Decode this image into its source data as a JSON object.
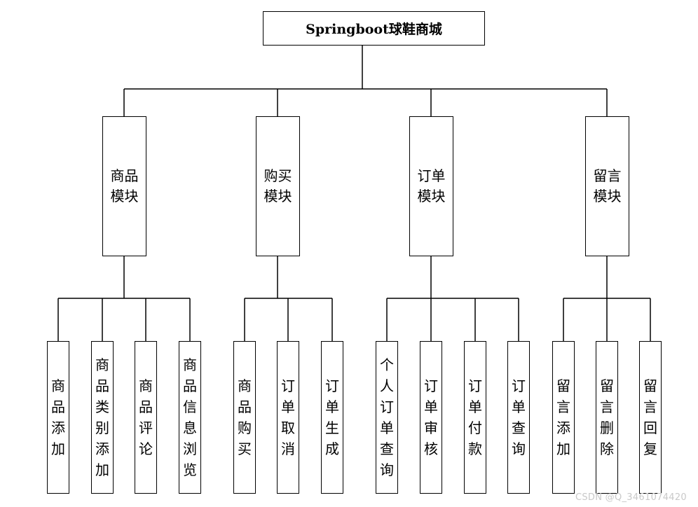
{
  "diagram": {
    "root": "Springboot球鞋商城",
    "modules": [
      {
        "label": "商品模块",
        "children": [
          "商品添加",
          "商品类别添加",
          "商品评论",
          "商品信息浏览"
        ]
      },
      {
        "label": "购买模块",
        "children": [
          "商品购买",
          "订单取消",
          "订单生成"
        ]
      },
      {
        "label": "订单模块",
        "children": [
          "个人订单查询",
          "订单审核",
          "订单付款",
          "订单查询"
        ]
      },
      {
        "label": "留言模块",
        "children": [
          "留言添加",
          "留言删除",
          "留言回复"
        ]
      }
    ]
  },
  "watermark": "CSDN @Q_3461074420"
}
